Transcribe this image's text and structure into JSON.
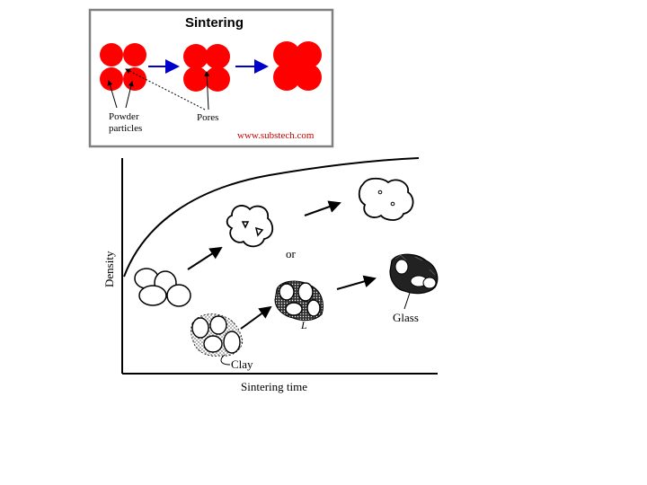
{
  "top_panel": {
    "title": "Sintering",
    "label_powder_line1": "Powder",
    "label_powder_line2": "particles",
    "label_pores": "Pores",
    "watermark": "www.substech.com"
  },
  "graph": {
    "ylabel": "Density",
    "xlabel": "Sintering time",
    "label_or": "or",
    "label_clay": "Clay",
    "label_liquid": "L",
    "label_glass": "Glass"
  },
  "colors": {
    "particle": "#ff0000",
    "arrow_blue": "#0000cc",
    "frame": "#808080",
    "ink": "#000000",
    "watermark": "#cc0000"
  }
}
